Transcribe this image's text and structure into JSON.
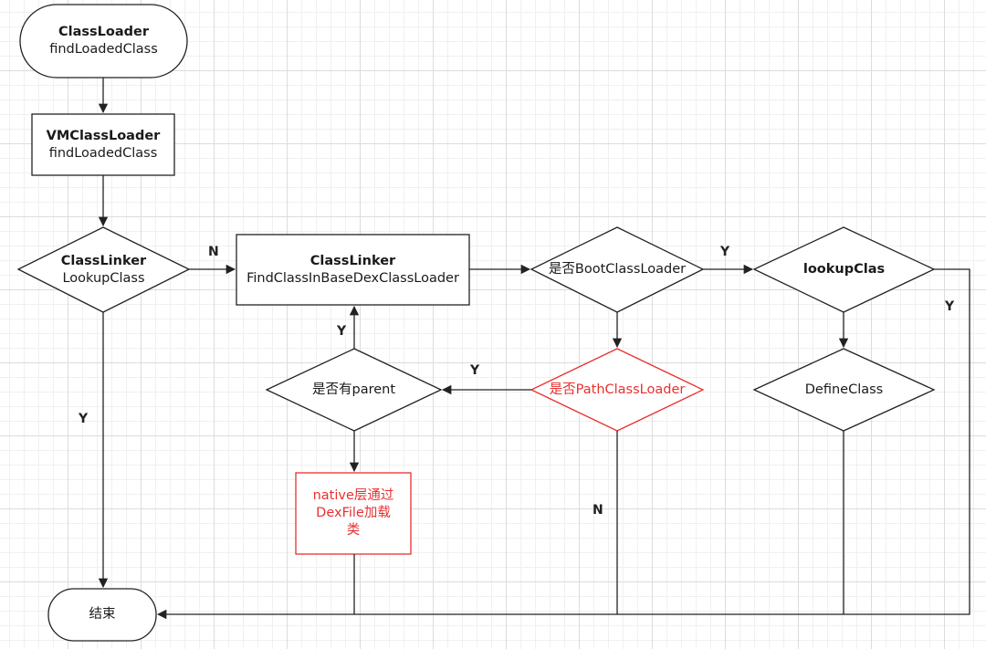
{
  "nodes": {
    "classloader": {
      "line1": "ClassLoader",
      "line2": "findLoadedClass"
    },
    "vmclassloader": {
      "line1": "VMClassLoader",
      "line2": "findLoadedClass"
    },
    "lookupclass": {
      "line1": "ClassLinker",
      "line2": "LookupClass"
    },
    "findclass": {
      "line1": "ClassLinker",
      "line2": "FindClassInBaseDexClassLoader"
    },
    "is_boot": {
      "line1": "是否BootClassLoader"
    },
    "lookupclas": {
      "line1": "lookupClas"
    },
    "has_parent": {
      "line1": "是否有parent"
    },
    "is_path": {
      "line1": "是否PathClassLoader"
    },
    "defineclass": {
      "line1": "DefineClass"
    },
    "native_load": {
      "line1": "native层通过",
      "line2": "DexFile加载",
      "line3": "类"
    },
    "end": {
      "line1": "结束"
    }
  },
  "edge_labels": {
    "lookup_to_find": "N",
    "boot_to_lookupclas": "Y",
    "lookupclas_to_end": "Y",
    "lookup_to_end": "Y",
    "parent_to_find": "Y",
    "path_to_parent": "Y",
    "path_to_end": "N"
  },
  "colors": {
    "highlight": "#e8302f",
    "stroke": "#222222"
  }
}
